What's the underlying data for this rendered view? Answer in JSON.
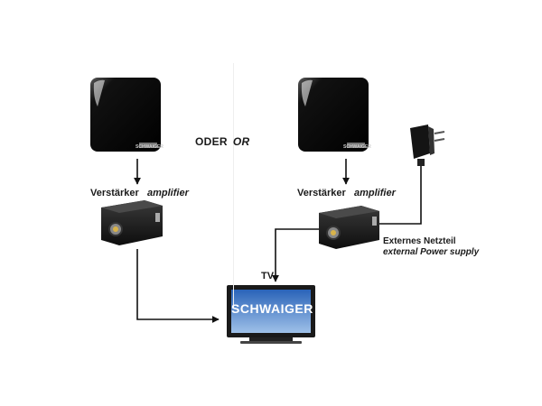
{
  "labels": {
    "oder": "ODER",
    "or": "OR",
    "amplifier_de": "Verstärker",
    "amplifier_en": "amplifier",
    "power_de": "Externes Netzteil",
    "power_en": "external Power supply",
    "tv": "TV"
  },
  "devices": {
    "antenna_brand": "SCHWAIGER",
    "tv_brand": "SCHWAIGER"
  }
}
